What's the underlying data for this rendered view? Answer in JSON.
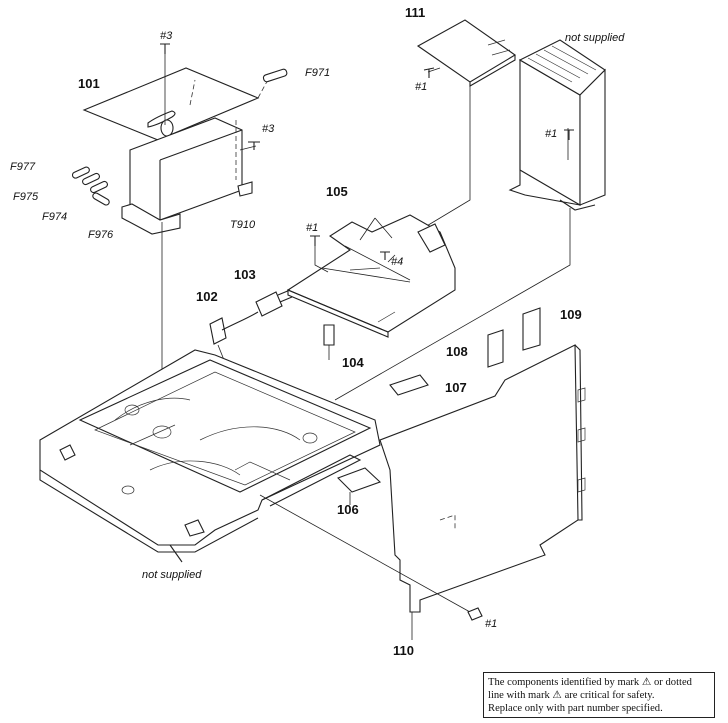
{
  "parts": [
    {
      "id": "p101",
      "label": "101"
    },
    {
      "id": "p102",
      "label": "102"
    },
    {
      "id": "p103",
      "label": "103"
    },
    {
      "id": "p104",
      "label": "104"
    },
    {
      "id": "p105",
      "label": "105"
    },
    {
      "id": "p106",
      "label": "106"
    },
    {
      "id": "p107",
      "label": "107"
    },
    {
      "id": "p108",
      "label": "108"
    },
    {
      "id": "p109",
      "label": "109"
    },
    {
      "id": "p110",
      "label": "110"
    },
    {
      "id": "p111",
      "label": "111"
    }
  ],
  "refs": {
    "f971": "F971",
    "f977": "F977",
    "f975": "F975",
    "f974": "F974",
    "f976": "F976",
    "t910": "T910",
    "screw3_top": "#3",
    "screw3_side": "#3",
    "screw1_111": "#1",
    "screw1_heatsink": "#1",
    "screw1_105": "#1",
    "screw4": "#4",
    "screw1_bottom": "#1",
    "not_supplied_top": "not supplied",
    "not_supplied_bottom": "not supplied"
  },
  "note": {
    "lines": [
      "The components identified by mark ⚠ or dotted",
      "line with mark ⚠ are critical for safety.",
      "Replace only with part number specified."
    ]
  }
}
